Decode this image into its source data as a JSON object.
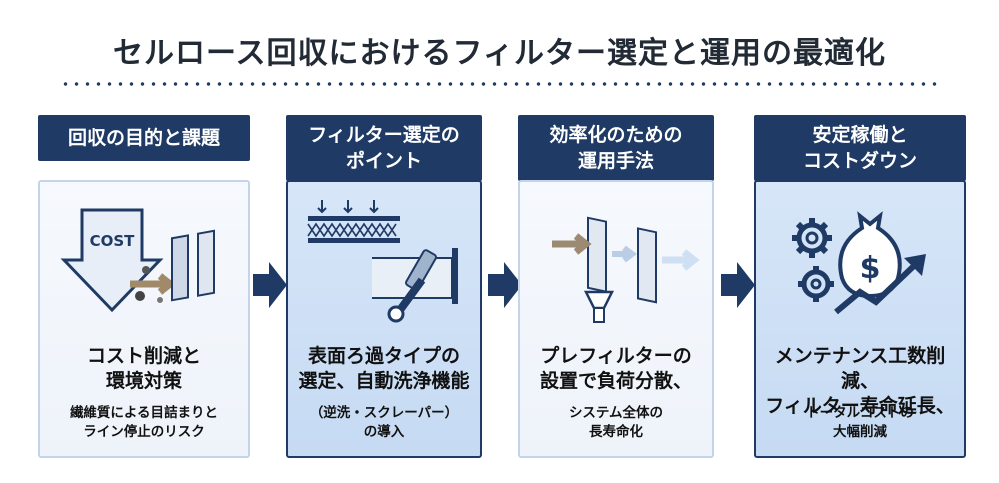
{
  "title": "セルロース回収におけるフィルター選定と運用の最適化",
  "steps": [
    {
      "header": "回収の目的と課題",
      "main_lines": [
        "コスト削減と",
        "環境対策"
      ],
      "sub_lines": [
        "繊維質による目詰まりと",
        "ライン停止のリスク"
      ],
      "icon_text": "COST"
    },
    {
      "header_lines": [
        "フィルター選定の",
        "ポイント"
      ],
      "main_lines": [
        "表面ろ過タイプの",
        "選定、自動洗浄機能"
      ],
      "sub_lines": [
        "（逆洗・スクレーパー）",
        "の導入"
      ]
    },
    {
      "header_lines": [
        "効率化のための",
        "運用手法"
      ],
      "main_lines": [
        "プレフィルターの",
        "設置で負荷分散、"
      ],
      "sub_lines": [
        "システム全体の",
        "長寿命化"
      ]
    },
    {
      "header_lines": [
        "安定稼働と",
        "コストダウン"
      ],
      "main_lines": [
        "メンテナンス工数削減、",
        "フィルター寿命延長、"
      ],
      "sub_lines": [
        "トータルコストの",
        "大幅削減"
      ],
      "icon_text": "$"
    }
  ],
  "colors": {
    "navy": "#1f3a64",
    "light_panel": "#eef3fa",
    "blue_panel": "#c9dcf4"
  }
}
